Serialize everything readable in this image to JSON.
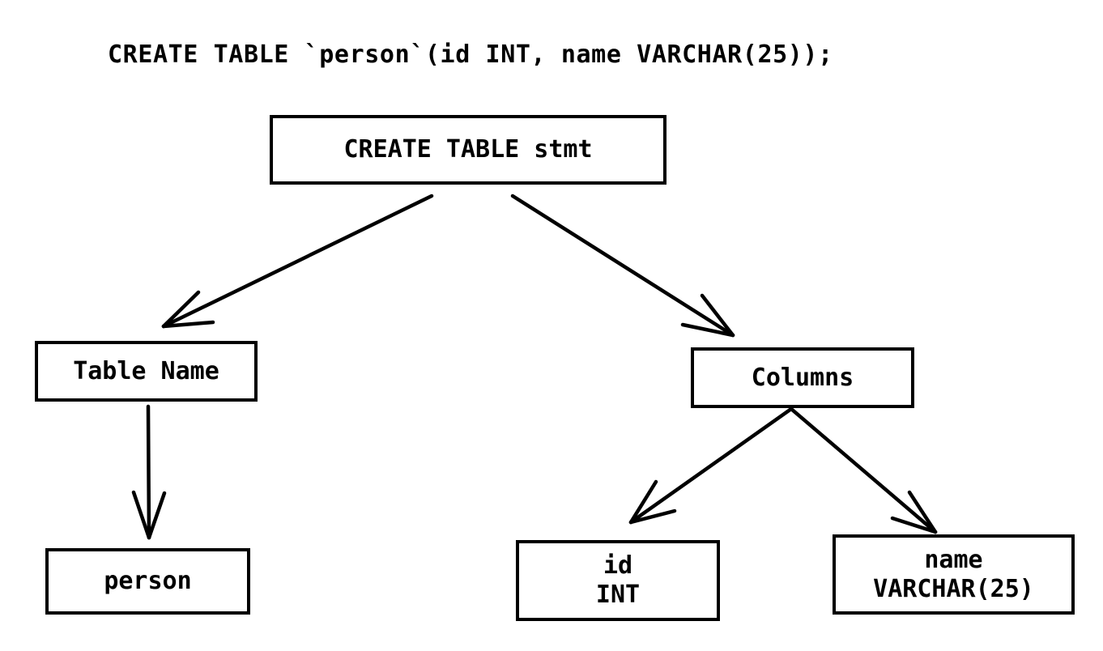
{
  "colors": {
    "background": "#ffffff",
    "line": "#000000",
    "text": "#000000"
  },
  "sql_statement": "CREATE TABLE `person`(id INT, name VARCHAR(25));",
  "tree": {
    "root": {
      "label": "CREATE TABLE stmt"
    },
    "table_name": {
      "label": "Table Name"
    },
    "table_name_value": {
      "label": "person"
    },
    "columns": {
      "label": "Columns"
    },
    "column_id": {
      "line1": "id",
      "line2": "INT"
    },
    "column_name": {
      "line1": "name",
      "line2": "VARCHAR(25)"
    }
  },
  "edges": [
    {
      "from": "CREATE TABLE stmt",
      "to": "Table Name"
    },
    {
      "from": "CREATE TABLE stmt",
      "to": "Columns"
    },
    {
      "from": "Table Name",
      "to": "person"
    },
    {
      "from": "Columns",
      "to": "id INT"
    },
    {
      "from": "Columns",
      "to": "name VARCHAR(25)"
    }
  ]
}
